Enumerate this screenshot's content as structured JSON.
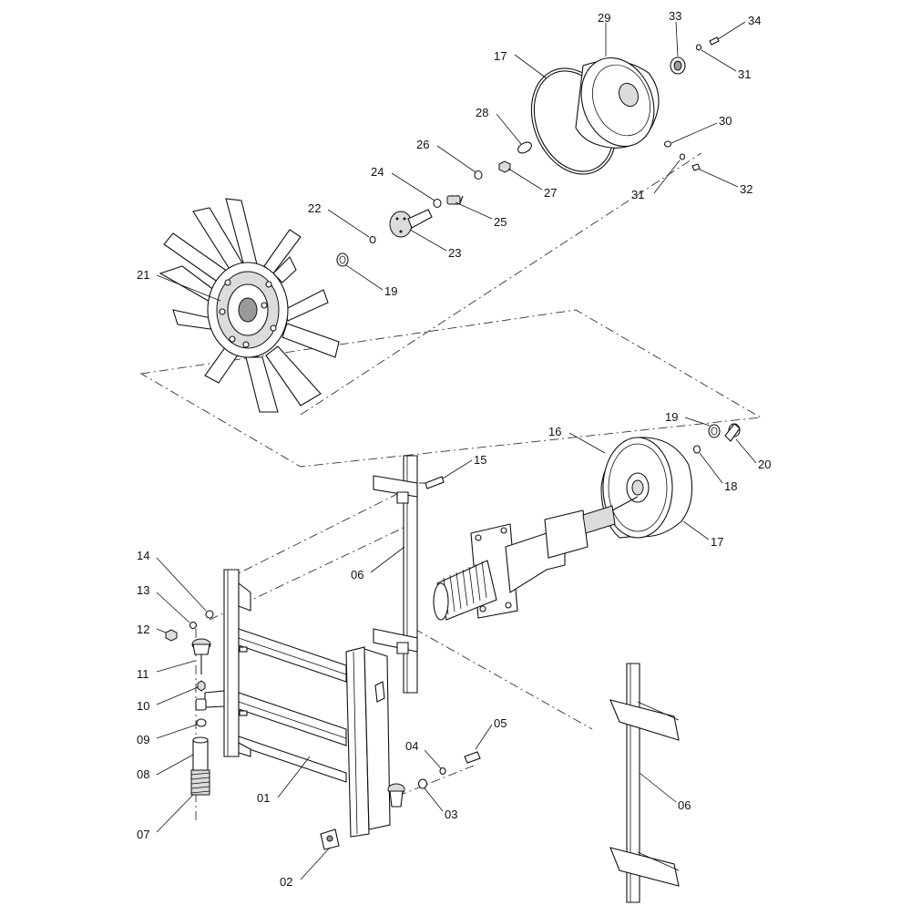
{
  "diagram": {
    "callouts": [
      {
        "id": "c01",
        "text": "01"
      },
      {
        "id": "c02",
        "text": "02"
      },
      {
        "id": "c03",
        "text": "03"
      },
      {
        "id": "c04",
        "text": "04"
      },
      {
        "id": "c05",
        "text": "05"
      },
      {
        "id": "c06a",
        "text": "06"
      },
      {
        "id": "c06b",
        "text": "06"
      },
      {
        "id": "c07",
        "text": "07"
      },
      {
        "id": "c08",
        "text": "08"
      },
      {
        "id": "c09",
        "text": "09"
      },
      {
        "id": "c10",
        "text": "10"
      },
      {
        "id": "c11",
        "text": "11"
      },
      {
        "id": "c12",
        "text": "12"
      },
      {
        "id": "c13",
        "text": "13"
      },
      {
        "id": "c14",
        "text": "14"
      },
      {
        "id": "c15",
        "text": "15"
      },
      {
        "id": "c16",
        "text": "16"
      },
      {
        "id": "c17a",
        "text": "17"
      },
      {
        "id": "c17b",
        "text": "17"
      },
      {
        "id": "c18",
        "text": "18"
      },
      {
        "id": "c19a",
        "text": "19"
      },
      {
        "id": "c19b",
        "text": "19"
      },
      {
        "id": "c20",
        "text": "20"
      },
      {
        "id": "c21",
        "text": "21"
      },
      {
        "id": "c22",
        "text": "22"
      },
      {
        "id": "c23",
        "text": "23"
      },
      {
        "id": "c24",
        "text": "24"
      },
      {
        "id": "c25",
        "text": "25"
      },
      {
        "id": "c26",
        "text": "26"
      },
      {
        "id": "c27",
        "text": "27"
      },
      {
        "id": "c28",
        "text": "28"
      },
      {
        "id": "c29",
        "text": "29"
      },
      {
        "id": "c30",
        "text": "30"
      },
      {
        "id": "c31a",
        "text": "31"
      },
      {
        "id": "c31b",
        "text": "31"
      },
      {
        "id": "c32",
        "text": "32"
      },
      {
        "id": "c33",
        "text": "33"
      },
      {
        "id": "c34",
        "text": "34"
      }
    ]
  }
}
